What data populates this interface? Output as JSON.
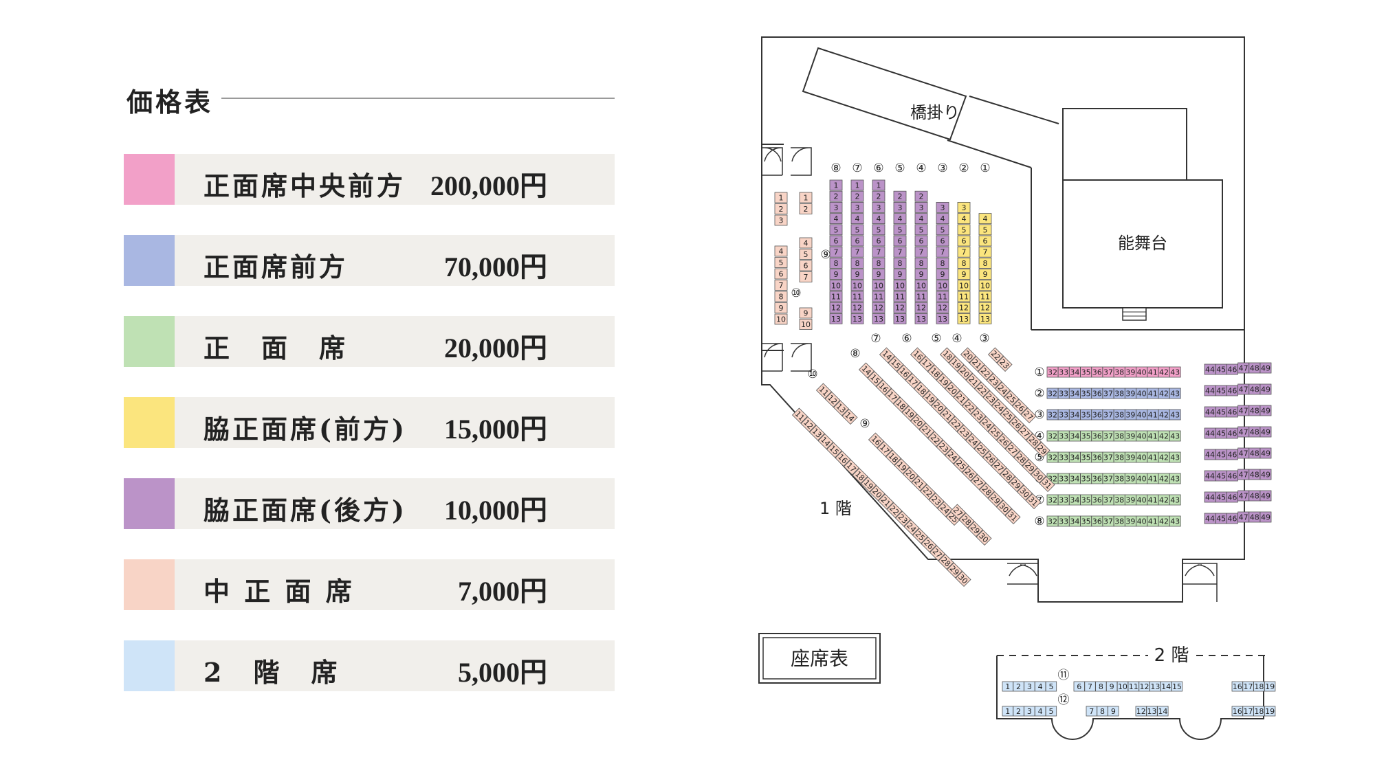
{
  "price_table": {
    "title": "価格表",
    "rows": [
      {
        "label": "正面席中央前方",
        "price": "200,000円",
        "color": "#f2a0c8"
      },
      {
        "label": "正面席前方",
        "price": "70,000円",
        "color": "#a9b7e2"
      },
      {
        "label": "正　面　席",
        "price": "20,000円",
        "color": "#bfe1b4"
      },
      {
        "label": "脇正面席(前方)",
        "price": "15,000円",
        "color": "#fbe57e"
      },
      {
        "label": "脇正面席(後方)",
        "price": "10,000円",
        "color": "#bb93c8"
      },
      {
        "label": "中 正 面 席",
        "price": "7,000円",
        "color": "#f8d4c6"
      },
      {
        "label": "2　階　席",
        "price": "5,000円",
        "color": "#cfe4f8"
      }
    ]
  },
  "seating_chart": {
    "hashigakari_label": "橋掛り",
    "stage_label": "能舞台",
    "floor1_label": "1 階",
    "floor2_label": "2 階",
    "legend_box_label": "座席表",
    "colors": {
      "front_center": "#f2a0c8",
      "front": "#a9b7e2",
      "shomen": "#bfe1b4",
      "waki_front": "#fbe57e",
      "waki_back": "#bb93c8",
      "naka": "#f8d4c6",
      "second_floor": "#cfe4f8"
    },
    "waki_columns": [
      {
        "mark": "⑧",
        "from": 1,
        "to": 13,
        "color": "waki_back"
      },
      {
        "mark": "⑦",
        "from": 1,
        "to": 13,
        "color": "waki_back"
      },
      {
        "mark": "⑥",
        "from": 1,
        "to": 13,
        "color": "waki_back"
      },
      {
        "mark": "⑤",
        "from": 2,
        "to": 13,
        "color": "waki_back"
      },
      {
        "mark": "④",
        "from": 2,
        "to": 13,
        "color": "waki_back"
      },
      {
        "mark": "③",
        "from": 3,
        "to": 13,
        "color": "waki_back"
      },
      {
        "mark": "②",
        "from": 3,
        "to": 13,
        "color": "waki_front"
      },
      {
        "mark": "①",
        "from": 4,
        "to": 13,
        "color": "waki_front"
      }
    ],
    "side_columns": [
      {
        "seats": [
          "1",
          "2",
          "3"
        ]
      },
      {
        "seats": [
          "4",
          "5",
          "6",
          "7",
          "8",
          "9",
          "10"
        ]
      },
      {
        "seats": [
          "1",
          "2"
        ]
      },
      {
        "seats": [
          "4",
          "5",
          "6",
          "7"
        ]
      },
      {
        "seats": [
          "9",
          "10"
        ]
      }
    ],
    "side_marks": [
      "⑨",
      "⑩"
    ],
    "shomen_rows": [
      {
        "mark": "①",
        "color": "front_center"
      },
      {
        "mark": "②",
        "color": "front"
      },
      {
        "mark": "③",
        "color": "front"
      },
      {
        "mark": "④",
        "color": "shomen"
      },
      {
        "mark": "⑤",
        "color": "shomen"
      },
      {
        "mark": "⑥",
        "color": "shomen"
      },
      {
        "mark": "⑦",
        "color": "shomen"
      },
      {
        "mark": "⑧",
        "color": "shomen"
      }
    ],
    "shomen_center_seats": [
      "32",
      "33",
      "34",
      "35",
      "36",
      "37",
      "38",
      "39",
      "40",
      "41",
      "42",
      "43"
    ],
    "shomen_right_seats": [
      "44",
      "45",
      "46",
      "47",
      "48",
      "49"
    ],
    "naka_rows": [
      {
        "mark": "③",
        "from": 22,
        "to": 23
      },
      {
        "mark": "④",
        "from": 20,
        "to": 27
      },
      {
        "mark": "⑤",
        "from": 18,
        "to": 29
      },
      {
        "mark": "⑥",
        "from": 16,
        "to": 31
      },
      {
        "mark": "⑦",
        "from": 14,
        "to": 31
      },
      {
        "mark": "⑧",
        "from": 14,
        "to": 31
      },
      {
        "mark": "⑨",
        "from": 16,
        "to": 25
      },
      {
        "mark": "⑩",
        "from": 11,
        "to": 14
      },
      {
        "mark": "",
        "from": 11,
        "to": 30
      }
    ],
    "naka_extra": [
      {
        "from": 27,
        "to": 30
      }
    ],
    "second_floor_rows": [
      {
        "mark": "⑪",
        "groups": [
          [
            "1",
            "2",
            "3",
            "4",
            "5"
          ],
          [
            "6",
            "7",
            "8",
            "9",
            "10",
            "11",
            "12",
            "13",
            "14",
            "15"
          ],
          [
            "16",
            "17",
            "18",
            "19"
          ]
        ]
      },
      {
        "mark": "⑫",
        "groups": [
          [
            "1",
            "2",
            "3",
            "4",
            "5"
          ],
          [
            "7",
            "8",
            "9"
          ],
          [
            "12",
            "13",
            "14"
          ],
          [
            "16",
            "17",
            "18",
            "19"
          ]
        ]
      }
    ]
  }
}
